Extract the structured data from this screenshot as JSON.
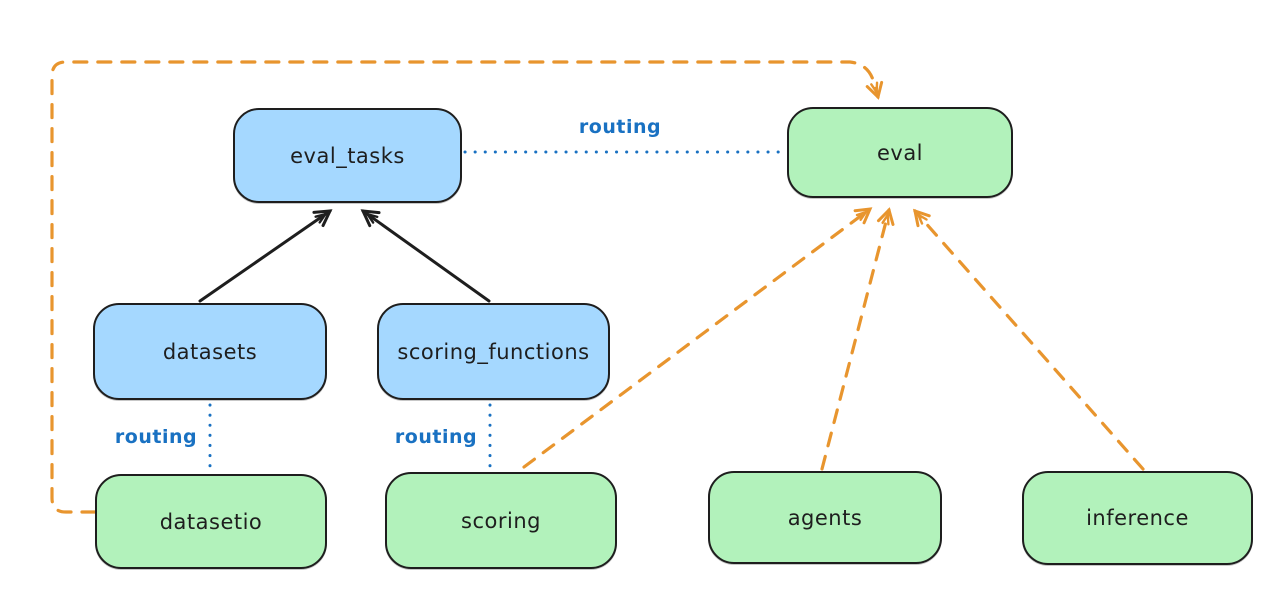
{
  "diagram": {
    "description": "Architecture diagram of eval-related APIs and provider routing",
    "colors": {
      "api_node_fill": "#a5d8ff",
      "provider_node_fill": "#b2f2bb",
      "node_stroke": "#1e1e1e",
      "routing_blue": "#1971c2",
      "dependency_orange": "#e8952e",
      "background": "#ffffff"
    },
    "nodes": [
      {
        "id": "eval_tasks",
        "label": "eval_tasks",
        "kind": "blue"
      },
      {
        "id": "eval",
        "label": "eval",
        "kind": "green"
      },
      {
        "id": "datasets",
        "label": "datasets",
        "kind": "blue"
      },
      {
        "id": "scoring_functions",
        "label": "scoring_functions",
        "kind": "blue"
      },
      {
        "id": "datasetio",
        "label": "datasetio",
        "kind": "green"
      },
      {
        "id": "scoring",
        "label": "scoring",
        "kind": "green"
      },
      {
        "id": "agents",
        "label": "agents",
        "kind": "green"
      },
      {
        "id": "inference",
        "label": "inference",
        "kind": "green"
      }
    ],
    "edges": [
      {
        "from": "datasets",
        "to": "eval_tasks",
        "style": "solid-black-arrow",
        "label": ""
      },
      {
        "from": "scoring_functions",
        "to": "eval_tasks",
        "style": "solid-black-arrow",
        "label": ""
      },
      {
        "from": "eval_tasks",
        "to": "eval",
        "style": "dotted-blue",
        "label": "routing"
      },
      {
        "from": "datasets",
        "to": "datasetio",
        "style": "dotted-blue",
        "label": "routing"
      },
      {
        "from": "scoring_functions",
        "to": "scoring",
        "style": "dotted-blue",
        "label": "routing"
      },
      {
        "from": "datasetio",
        "to": "eval",
        "style": "dashed-orange-arrow",
        "label": ""
      },
      {
        "from": "scoring",
        "to": "eval",
        "style": "dashed-orange-arrow",
        "label": ""
      },
      {
        "from": "agents",
        "to": "eval",
        "style": "dashed-orange-arrow",
        "label": ""
      },
      {
        "from": "inference",
        "to": "eval",
        "style": "dashed-orange-arrow",
        "label": ""
      }
    ]
  }
}
